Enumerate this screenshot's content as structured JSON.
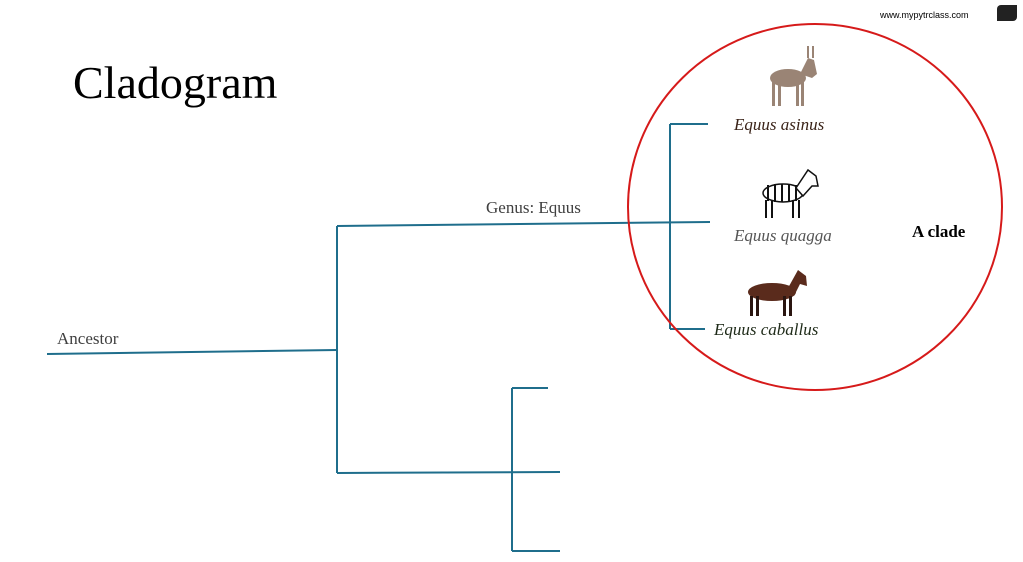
{
  "title": "Cladogram",
  "watermark": "www.mypytrclass.com",
  "labels": {
    "ancestor": "Ancestor",
    "genus": "Genus: Equus",
    "clade": "A clade"
  },
  "species": [
    {
      "name": "Equus asinus",
      "icon": "donkey-icon",
      "color": "#3a2318"
    },
    {
      "name": "Equus quagga",
      "icon": "zebra-icon",
      "color": "#555555"
    },
    {
      "name": "Equus caballus",
      "icon": "horse-icon",
      "color": "#1e2a18"
    }
  ],
  "colors": {
    "branch": "#1f6e8c",
    "clade_circle": "#d61a1a"
  }
}
